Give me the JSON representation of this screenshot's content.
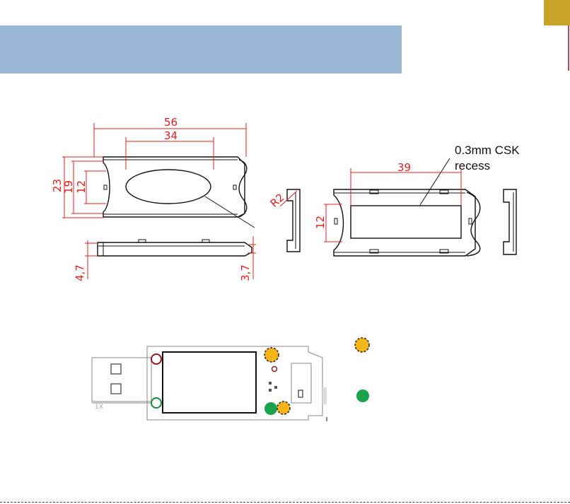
{
  "top_view": {
    "dims": {
      "overall_length": "56",
      "window_length": "34",
      "overall_width": "23",
      "inner_width": "19",
      "notch_width": "12"
    }
  },
  "side_view": {
    "dims": {
      "left_thickness": "4,7",
      "right_thickness": "3,7"
    }
  },
  "right_top_view": {
    "note_line1": "0.3mm CSK",
    "note_line2": "recess",
    "dims": {
      "recess_length": "39",
      "notch_width": "12",
      "end_radius": "R2"
    }
  },
  "pcb": {
    "silkscreen_1": "1X"
  },
  "colors": {
    "header_band": "#98b7d4",
    "corner_tab": "#c9a227",
    "dimension": "#e02020",
    "marker_dashed": "#f5b419",
    "marker_green": "#1aa34a",
    "marker_red_ring": "#8b1a1a",
    "marker_green_ring": "#1a8a3a"
  }
}
